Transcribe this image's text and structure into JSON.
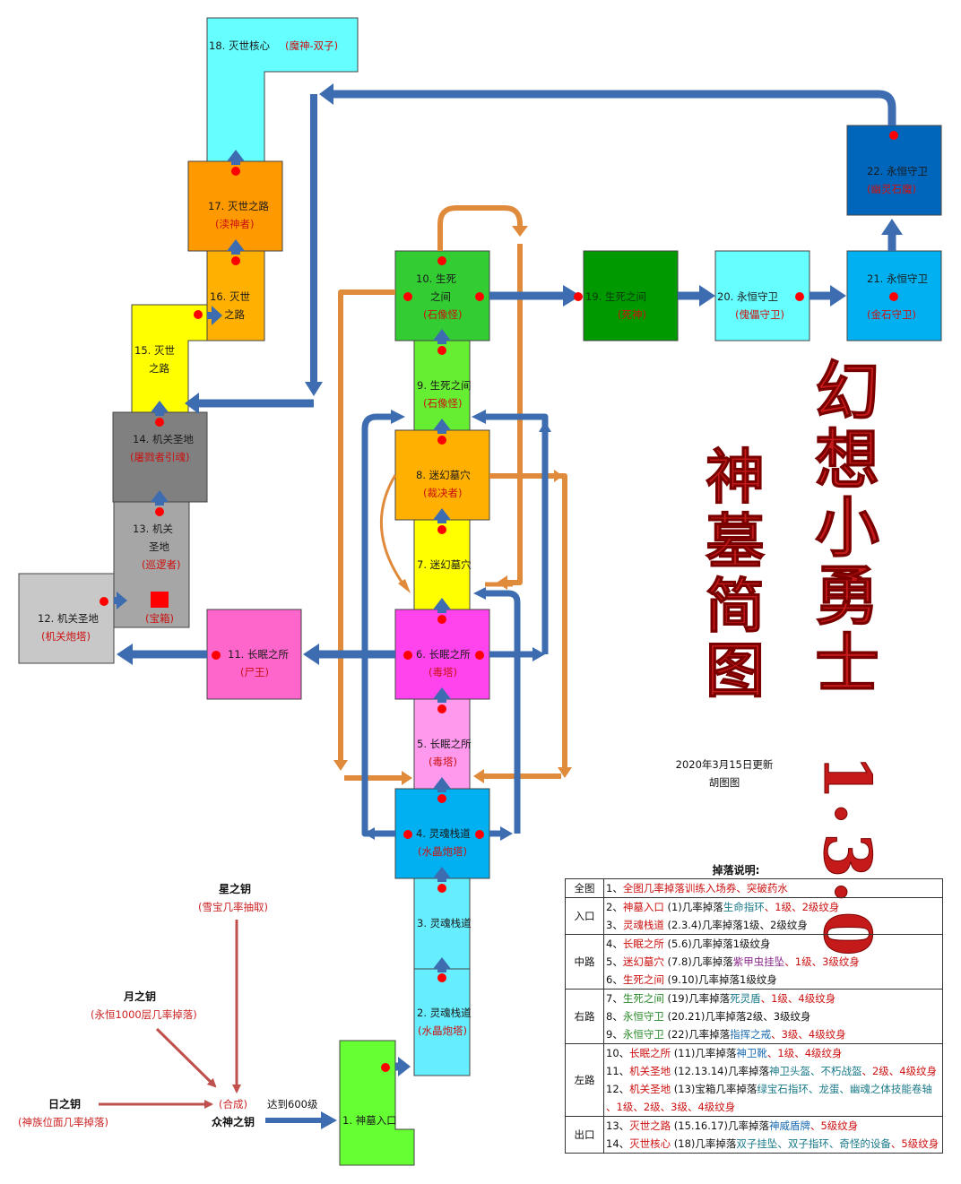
{
  "title": {
    "main": "幻想小勇士1.3.0",
    "sub": "神墓简图"
  },
  "update": {
    "date": "2020年3月15日更新",
    "author": "胡图图"
  },
  "rooms": [
    {
      "id": "r1",
      "l1": "1. 神墓入口",
      "l2": ""
    },
    {
      "id": "r2",
      "l1": "2. 灵魂栈道",
      "l2": "(水晶炮塔)"
    },
    {
      "id": "r3",
      "l1": "3. 灵魂栈道",
      "l2": ""
    },
    {
      "id": "r4",
      "l1": "4. 灵魂栈道",
      "l2": "(水晶炮塔)"
    },
    {
      "id": "r5",
      "l1": "5. 长眠之所",
      "l2": "(毒塔)"
    },
    {
      "id": "r6",
      "l1": "6. 长眠之所",
      "l2": "(毒塔)"
    },
    {
      "id": "r7",
      "l1": "7. 迷幻墓穴",
      "l2": ""
    },
    {
      "id": "r8",
      "l1": "8. 迷幻墓穴",
      "l2": "(裁决者)"
    },
    {
      "id": "r9",
      "l1": "9. 生死之间",
      "l2": "(石像怪)"
    },
    {
      "id": "r10",
      "l1": "10. 生死",
      "l1b": "之间",
      "l2": "(石像怪)"
    },
    {
      "id": "r11",
      "l1": "11. 长眠之所",
      "l2": "(尸王)"
    },
    {
      "id": "r12",
      "l1": "12. 机关圣地",
      "l2": "(机关炮塔)"
    },
    {
      "id": "r13",
      "l1": "13. 机关",
      "l1b": "圣地",
      "l2": "(巡逻者)",
      "l3": "(宝箱)"
    },
    {
      "id": "r14",
      "l1": "14. 机关圣地",
      "l2": "(屠戮者引魂)"
    },
    {
      "id": "r15",
      "l1": "15. 灭世",
      "l1b": "之路",
      "l2": ""
    },
    {
      "id": "r16",
      "l1": "16. 灭世",
      "l1b": "之路",
      "l2": ""
    },
    {
      "id": "r17",
      "l1": "17. 灭世之路",
      "l2": "(渎神者)"
    },
    {
      "id": "r18",
      "l1": "18. 灭世核心",
      "l2": "(魔神-双子)"
    },
    {
      "id": "r19",
      "l1": "19. 生死之间",
      "l2": "(死神)"
    },
    {
      "id": "r20",
      "l1": "20. 永恒守卫",
      "l2": "(傀儡守卫)"
    },
    {
      "id": "r21",
      "l1": "21. 永恒守卫",
      "l2": "(金石守卫)"
    },
    {
      "id": "r22",
      "l1": "22. 永恒守卫",
      "l2": "(幽灵石魔)"
    }
  ],
  "keys": {
    "star": {
      "name": "星之钥",
      "src": "(雪宝几率抽取)"
    },
    "moon": {
      "name": "月之钥",
      "src": "(永恒1000层几率掉落)"
    },
    "sun": {
      "name": "日之钥",
      "src": "(神族位面几率掉落)"
    },
    "combine": "(合成)",
    "all": "众神之钥",
    "req": "达到600级"
  },
  "legend": {
    "title": "掉落说明:",
    "groups": [
      {
        "cat": "全图",
        "lines": [
          [
            [
              "1、",
              "dark"
            ],
            [
              "全图几率掉落",
              "red"
            ],
            [
              "训练入场券、突破药水",
              "red"
            ]
          ]
        ]
      },
      {
        "cat": "入口",
        "lines": [
          [
            [
              "2、",
              "dark"
            ],
            [
              "神墓入口",
              "red"
            ],
            [
              " (1)几率掉落",
              "dark"
            ],
            [
              "生命指环",
              "teal"
            ],
            [
              "、1级、2级纹身",
              "red"
            ]
          ],
          [
            [
              "3、",
              "dark"
            ],
            [
              "灵魂栈道",
              "red"
            ],
            [
              " (2.3.4)几率掉落1级、2级纹身",
              "dark"
            ]
          ]
        ]
      },
      {
        "cat": "中路",
        "lines": [
          [
            [
              "4、",
              "dark"
            ],
            [
              "长眠之所",
              "red"
            ],
            [
              " (5.6)几率掉落1级纹身",
              "dark"
            ]
          ],
          [
            [
              "5、",
              "dark"
            ],
            [
              "迷幻墓穴",
              "red"
            ],
            [
              " (7.8)几率掉落",
              "dark"
            ],
            [
              "紫甲虫挂坠",
              "purple"
            ],
            [
              "、1级、3级纹身",
              "red"
            ]
          ],
          [
            [
              "6、",
              "dark"
            ],
            [
              "生死之间",
              "red"
            ],
            [
              " (9.10)几率掉落1级纹身",
              "dark"
            ]
          ]
        ]
      },
      {
        "cat": "右路",
        "lines": [
          [
            [
              "7、",
              "dark"
            ],
            [
              "生死之间",
              "green"
            ],
            [
              " (19)几率掉落",
              "dark"
            ],
            [
              "死灵盾",
              "teal"
            ],
            [
              "、1级、4级纹身",
              "red"
            ]
          ],
          [
            [
              "8、",
              "dark"
            ],
            [
              "永恒守卫",
              "green"
            ],
            [
              " (20.21)几率掉落2级、3级纹身",
              "dark"
            ]
          ],
          [
            [
              "9、",
              "dark"
            ],
            [
              "永恒守卫",
              "green"
            ],
            [
              " (22)几率掉落",
              "dark"
            ],
            [
              "指挥之戒",
              "blue"
            ],
            [
              "、3级、4级纹身",
              "red"
            ]
          ]
        ]
      },
      {
        "cat": "左路",
        "lines": [
          [
            [
              "10、",
              "dark"
            ],
            [
              "长眠之所",
              "red"
            ],
            [
              " (11)几率掉落",
              "dark"
            ],
            [
              "神卫靴",
              "blue"
            ],
            [
              "、1级、4级纹身",
              "red"
            ]
          ],
          [
            [
              "11、",
              "dark"
            ],
            [
              "机关圣地",
              "red"
            ],
            [
              " (12.13.14)几率掉落",
              "dark"
            ],
            [
              "神卫头盔、不朽战盔",
              "teal"
            ],
            [
              "、2级、4级纹身",
              "red"
            ]
          ],
          [
            [
              "12、",
              "dark"
            ],
            [
              "机关圣地",
              "red"
            ],
            [
              " (13)宝箱几率掉落",
              "dark"
            ],
            [
              "绿宝石指环、龙蛋、幽魂之体技能卷轴",
              "teal"
            ]
          ],
          [
            [
              "",
              "dark"
            ],
            [
              "、1级、2级、3级、4级纹身",
              "red"
            ]
          ]
        ]
      },
      {
        "cat": "出口",
        "lines": [
          [
            [
              "13、",
              "dark"
            ],
            [
              "灭世之路",
              "red"
            ],
            [
              " (15.16.17)几率掉落",
              "dark"
            ],
            [
              "神威盾牌",
              "blue"
            ],
            [
              "、5级纹身",
              "red"
            ]
          ],
          [
            [
              "14、",
              "dark"
            ],
            [
              "灭世核心",
              "red"
            ],
            [
              " (18)几率掉落",
              "dark"
            ],
            [
              "双子挂坠、双子指环、奇怪的设备",
              "teal"
            ],
            [
              "、5级纹身",
              "red"
            ]
          ]
        ]
      }
    ]
  },
  "colors": {
    "arrow_blue": "#3d6db0",
    "arrow_orange": "#e08a3c",
    "dot": "#ff0000",
    "key_line": "#c0504d"
  }
}
